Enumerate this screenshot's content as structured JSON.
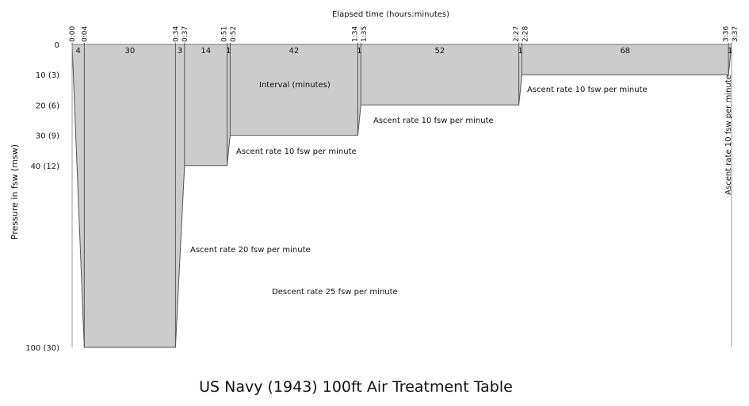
{
  "chart_data": {
    "type": "area",
    "title": "US Navy (1943) 100ft Air Treatment Table",
    "xlabel": "Elapsed time (hours:minutes)",
    "ylabel": "Pressure in fsw (msw)",
    "xlim": [
      0,
      217
    ],
    "ylim": [
      100,
      0
    ],
    "y_ticks": [
      {
        "value": 0,
        "label": "0"
      },
      {
        "value": 10,
        "label": "10 (3)"
      },
      {
        "value": 20,
        "label": "20 (6)"
      },
      {
        "value": 30,
        "label": "30 (9)"
      },
      {
        "value": 40,
        "label": "40 (12)"
      },
      {
        "value": 100,
        "label": "100 (30)"
      }
    ],
    "x_ticks": [
      {
        "value": 0,
        "label": "0:00"
      },
      {
        "value": 4,
        "label": "0:04"
      },
      {
        "value": 34,
        "label": "0:34"
      },
      {
        "value": 37,
        "label": "0:37"
      },
      {
        "value": 51,
        "label": "0:51"
      },
      {
        "value": 52,
        "label": "0:52"
      },
      {
        "value": 94,
        "label": "1:34"
      },
      {
        "value": 95,
        "label": "1:35"
      },
      {
        "value": 147,
        "label": "2:27"
      },
      {
        "value": 148,
        "label": "2:28"
      },
      {
        "value": 216,
        "label": "3:36"
      },
      {
        "value": 217,
        "label": "3:37"
      }
    ],
    "profile": [
      {
        "t": 0,
        "depth": 0
      },
      {
        "t": 4,
        "depth": 100
      },
      {
        "t": 34,
        "depth": 100
      },
      {
        "t": 37,
        "depth": 40
      },
      {
        "t": 51,
        "depth": 40
      },
      {
        "t": 52,
        "depth": 30
      },
      {
        "t": 94,
        "depth": 30
      },
      {
        "t": 95,
        "depth": 20
      },
      {
        "t": 147,
        "depth": 20
      },
      {
        "t": 148,
        "depth": 10
      },
      {
        "t": 216,
        "depth": 10
      },
      {
        "t": 217,
        "depth": 0
      }
    ],
    "intervals": [
      {
        "start": 0,
        "end": 4,
        "label": "4"
      },
      {
        "start": 4,
        "end": 34,
        "label": "30"
      },
      {
        "start": 34,
        "end": 37,
        "label": "3"
      },
      {
        "start": 37,
        "end": 51,
        "label": "14"
      },
      {
        "start": 51,
        "end": 52,
        "label": "1"
      },
      {
        "start": 52,
        "end": 94,
        "label": "42"
      },
      {
        "start": 94,
        "end": 95,
        "label": "1"
      },
      {
        "start": 95,
        "end": 147,
        "label": "52"
      },
      {
        "start": 147,
        "end": 148,
        "label": "1"
      },
      {
        "start": 148,
        "end": 216,
        "label": "68"
      },
      {
        "start": 216,
        "end": 217,
        "label": "1"
      }
    ],
    "annotations": {
      "interval": "Interval (minutes)",
      "descent": "Descent rate 25 fsw per minute",
      "ascent20": "Ascent rate 20 fsw per minute",
      "ascent10_a": "Ascent rate 10 fsw per minute",
      "ascent10_b": "Ascent rate 10 fsw per minute",
      "ascent10_c": "Ascent rate 10 fsw per minute",
      "ascent10_d": "Ascent rate 10 fsw per minute"
    },
    "colors": {
      "fill": "#cccccc",
      "stroke": "#555555"
    }
  }
}
